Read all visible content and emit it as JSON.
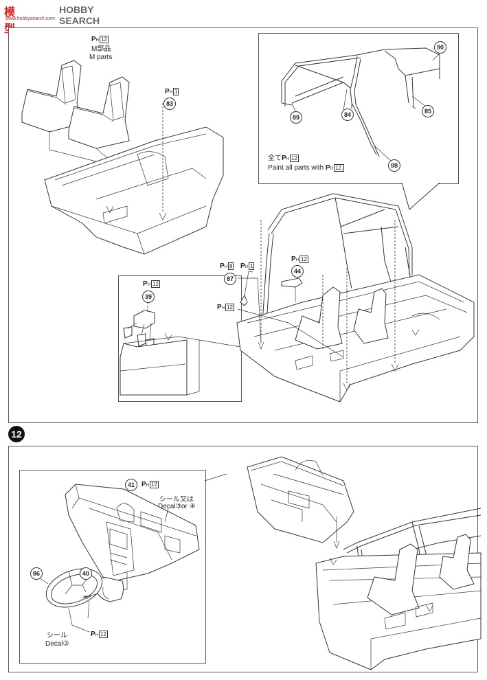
{
  "watermark": {
    "brand_cn": "模型",
    "brand_en": "HOBBY SEARCH",
    "url": "www.hobbysearch.com"
  },
  "colors": {
    "line": "#333333",
    "step_badge": "#111111",
    "watermark_red": "#d32222"
  },
  "top_panel": {
    "seat_callout": {
      "paint_code": "12",
      "parts_jp": "M部品",
      "parts_en": "M parts"
    },
    "body_callout": {
      "paint_code": "1",
      "part_no": "83"
    },
    "roll_cage_callout": {
      "part_nos": [
        "90",
        "89",
        "84",
        "85",
        "88"
      ],
      "note_jp": "全て",
      "note_code": "12",
      "note_en": "Paint all parts with",
      "note_en_code": "12."
    },
    "pedal_callout": {
      "paint_code": "12",
      "part_no": "39"
    },
    "shifter": {
      "paint_code_a": "8",
      "paint_code_b": "1",
      "part_no": "87",
      "paint_code_c": "12"
    },
    "handbrake": {
      "paint_code": "12",
      "part_no": "44"
    }
  },
  "step_12": {
    "step_number": "12",
    "dashboard": {
      "part_no": "41",
      "paint_code": "12",
      "decal_jp": "シール",
      "decal_en": "Decal",
      "decal_a": "③",
      "or_jp": "又は",
      "or_en": "or",
      "decal_b": "④"
    },
    "wheel": {
      "part_no": "86",
      "decal_jp": "シール",
      "decal_en": "Decal",
      "decal_no": "③"
    },
    "column": {
      "part_no": "40",
      "paint_code": "12"
    }
  }
}
